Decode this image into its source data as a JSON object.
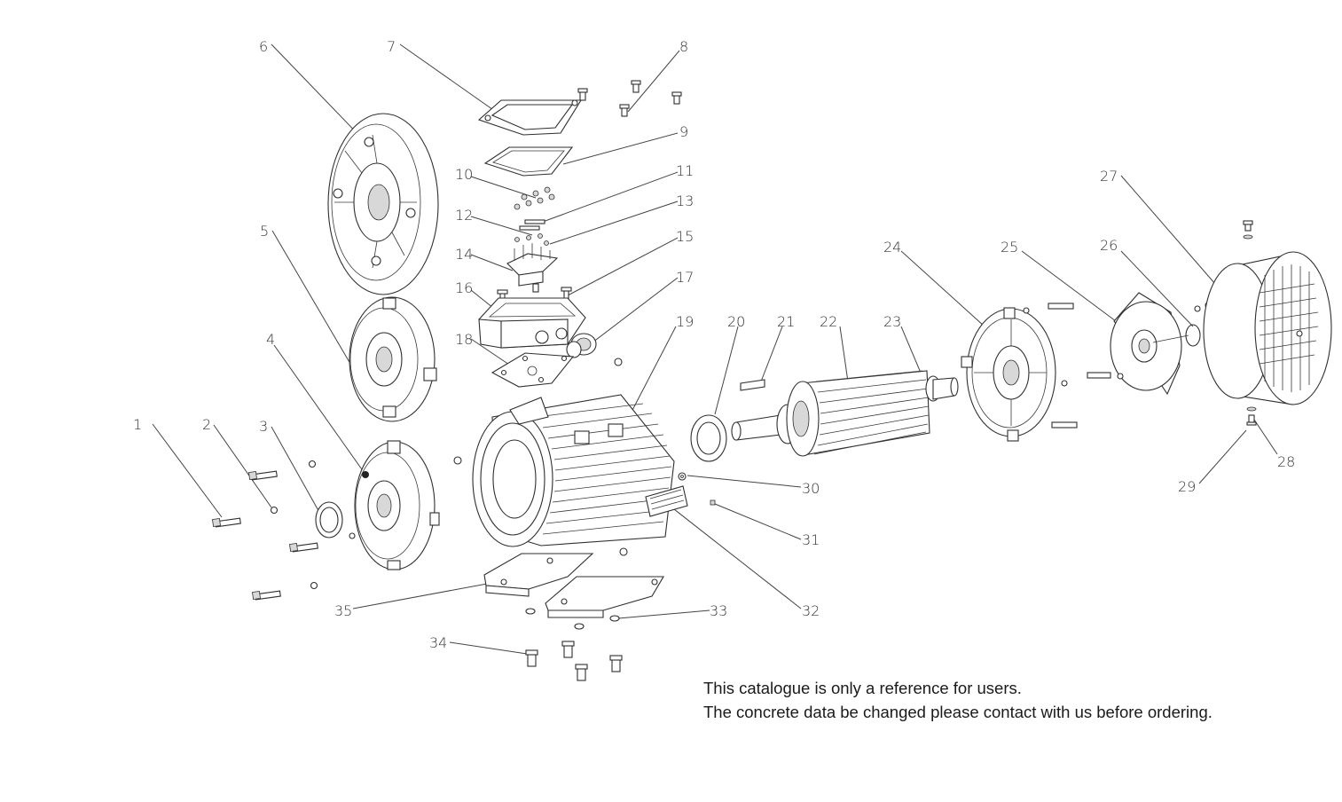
{
  "parts": [
    {
      "id": "1",
      "label": "1"
    },
    {
      "id": "2",
      "label": "2"
    },
    {
      "id": "3",
      "label": "3"
    },
    {
      "id": "4",
      "label": "4"
    },
    {
      "id": "5",
      "label": "5"
    },
    {
      "id": "6",
      "label": "6"
    },
    {
      "id": "7",
      "label": "7"
    },
    {
      "id": "8",
      "label": "8"
    },
    {
      "id": "9",
      "label": "9"
    },
    {
      "id": "10",
      "label": "10"
    },
    {
      "id": "11",
      "label": "11"
    },
    {
      "id": "12",
      "label": "12"
    },
    {
      "id": "13",
      "label": "13"
    },
    {
      "id": "14",
      "label": "14"
    },
    {
      "id": "15",
      "label": "15"
    },
    {
      "id": "16",
      "label": "16"
    },
    {
      "id": "17",
      "label": "17"
    },
    {
      "id": "18",
      "label": "18"
    },
    {
      "id": "19",
      "label": "19"
    },
    {
      "id": "20",
      "label": "20"
    },
    {
      "id": "21",
      "label": "21"
    },
    {
      "id": "22",
      "label": "22"
    },
    {
      "id": "23",
      "label": "23"
    },
    {
      "id": "24",
      "label": "24"
    },
    {
      "id": "25",
      "label": "25"
    },
    {
      "id": "26",
      "label": "26"
    },
    {
      "id": "27",
      "label": "27"
    },
    {
      "id": "28",
      "label": "28"
    },
    {
      "id": "29",
      "label": "29"
    },
    {
      "id": "30",
      "label": "30"
    },
    {
      "id": "31",
      "label": "31"
    },
    {
      "id": "32",
      "label": "32"
    },
    {
      "id": "33",
      "label": "33"
    },
    {
      "id": "34",
      "label": "34"
    },
    {
      "id": "35",
      "label": "35"
    }
  ],
  "notice": {
    "line1": "This catalogue is only a reference for users.",
    "line2": "The concrete data be changed please contact with us before ordering."
  }
}
